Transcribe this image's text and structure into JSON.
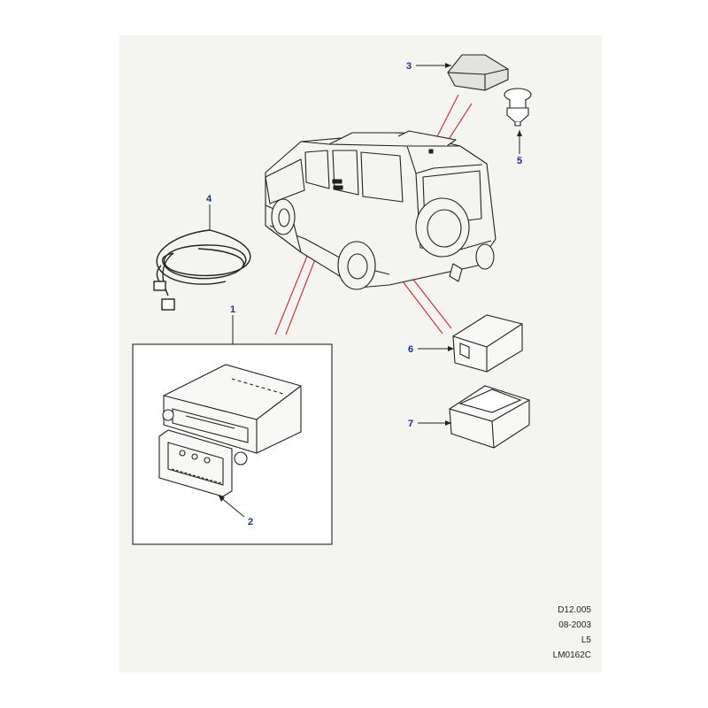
{
  "callouts": {
    "c1": "1",
    "c2": "2",
    "c3": "3",
    "c4": "4",
    "c5": "5",
    "c6": "6",
    "c7": "7"
  },
  "reference": {
    "line1": "D12.005",
    "line2": "08-2003",
    "line3": "L5",
    "line4": "LM0162C"
  },
  "colors": {
    "panel": "#f4f5f1",
    "callout": "#1d2f8a",
    "leader": "#d4323c",
    "line": "#222222"
  }
}
